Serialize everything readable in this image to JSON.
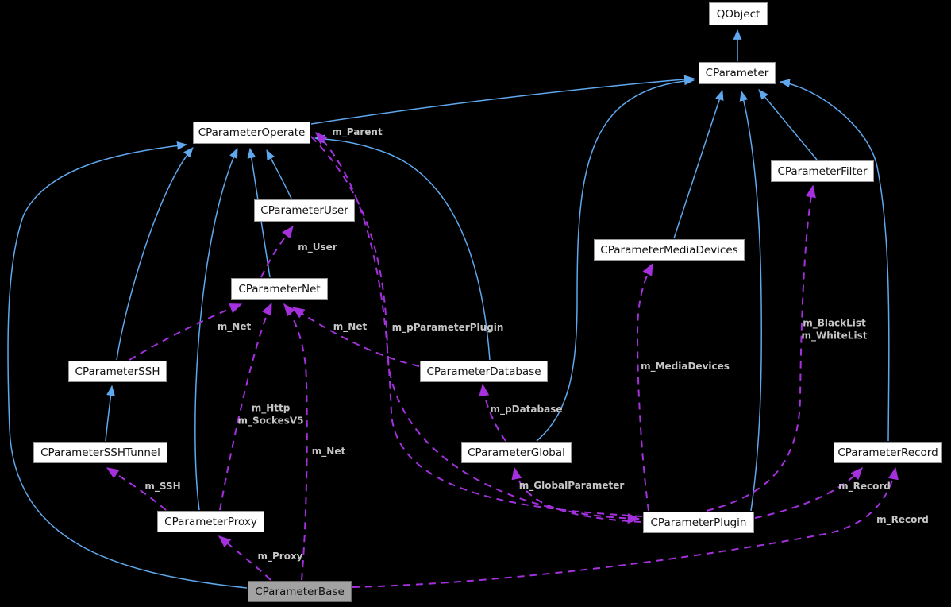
{
  "diagram": {
    "type": "class-collaboration-graph",
    "background": "#000000",
    "colors": {
      "inheritance_edge": "#5fa8ee",
      "member_edge": "#a531de",
      "node_background": "#ffffff",
      "node_border": "#969696",
      "highlight_node_background": "#a2a2a2",
      "edge_label_color": "#c6c6c6"
    },
    "nodes": [
      {
        "label": "QObject",
        "highlighted": false
      },
      {
        "label": "CParameter",
        "highlighted": false
      },
      {
        "label": "CParameterOperate",
        "highlighted": false
      },
      {
        "label": "CParameterUser",
        "highlighted": false
      },
      {
        "label": "CParameterNet",
        "highlighted": false
      },
      {
        "label": "CParameterSSH",
        "highlighted": false
      },
      {
        "label": "CParameterSSHTunnel",
        "highlighted": false
      },
      {
        "label": "CParameterProxy",
        "highlighted": false
      },
      {
        "label": "CParameterBase",
        "highlighted": true
      },
      {
        "label": "CParameterDatabase",
        "highlighted": false
      },
      {
        "label": "CParameterGlobal",
        "highlighted": false
      },
      {
        "label": "CParameterPlugin",
        "highlighted": false
      },
      {
        "label": "CParameterMediaDevices",
        "highlighted": false
      },
      {
        "label": "CParameterFilter",
        "highlighted": false
      },
      {
        "label": "CParameterRecord",
        "highlighted": false
      }
    ],
    "inheritance_edges": [
      {
        "from": "CParameter",
        "to": "QObject"
      },
      {
        "from": "CParameterOperate",
        "to": "CParameter"
      },
      {
        "from": "CParameterUser",
        "to": "CParameterOperate"
      },
      {
        "from": "CParameterNet",
        "to": "CParameterOperate"
      },
      {
        "from": "CParameterSSH",
        "to": "CParameterOperate"
      },
      {
        "from": "CParameterProxy",
        "to": "CParameterOperate"
      },
      {
        "from": "CParameterBase",
        "to": "CParameterOperate"
      },
      {
        "from": "CParameterDatabase",
        "to": "CParameterOperate"
      },
      {
        "from": "CParameterSSHTunnel",
        "to": "CParameterSSH"
      },
      {
        "from": "CParameterGlobal",
        "to": "CParameter"
      },
      {
        "from": "CParameterMediaDevices",
        "to": "CParameter"
      },
      {
        "from": "CParameterFilter",
        "to": "CParameter"
      },
      {
        "from": "CParameterPlugin",
        "to": "CParameter"
      },
      {
        "from": "CParameterRecord",
        "to": "CParameter"
      }
    ],
    "member_edges": [
      {
        "from": "CParameterPlugin",
        "to": "CParameterOperate",
        "label": "m_Parent"
      },
      {
        "from": "CParameterOperate",
        "to": "CParameterPlugin",
        "label": "m_pParameterPlugin"
      },
      {
        "from": "CParameterNet",
        "to": "CParameterUser",
        "label": "m_User"
      },
      {
        "from": "CParameterSSH",
        "to": "CParameterNet",
        "label": "m_Net"
      },
      {
        "from": "CParameterDatabase",
        "to": "CParameterNet",
        "label": "m_Net"
      },
      {
        "from": "CParameterProxy",
        "to": "CParameterNet",
        "label": "m_Http\nm_SockesV5"
      },
      {
        "from": "CParameterBase",
        "to": "CParameterNet",
        "label": "m_Net"
      },
      {
        "from": "CParameterProxy",
        "to": "CParameterSSHTunnel",
        "label": "m_SSH"
      },
      {
        "from": "CParameterBase",
        "to": "CParameterProxy",
        "label": "m_Proxy"
      },
      {
        "from": "CParameterGlobal",
        "to": "CParameterDatabase",
        "label": "m_pDatabase"
      },
      {
        "from": "CParameterPlugin",
        "to": "CParameterGlobal",
        "label": "m_GlobalParameter"
      },
      {
        "from": "CParameterPlugin",
        "to": "CParameterMediaDevices",
        "label": "m_MediaDevices"
      },
      {
        "from": "CParameterPlugin",
        "to": "CParameterFilter",
        "label": "m_BlackList\nm_WhiteList"
      },
      {
        "from": "CParameterPlugin",
        "to": "CParameterRecord",
        "label": "m_Record"
      },
      {
        "from": "CParameterBase",
        "to": "CParameterRecord",
        "label": "m_Record"
      }
    ]
  }
}
